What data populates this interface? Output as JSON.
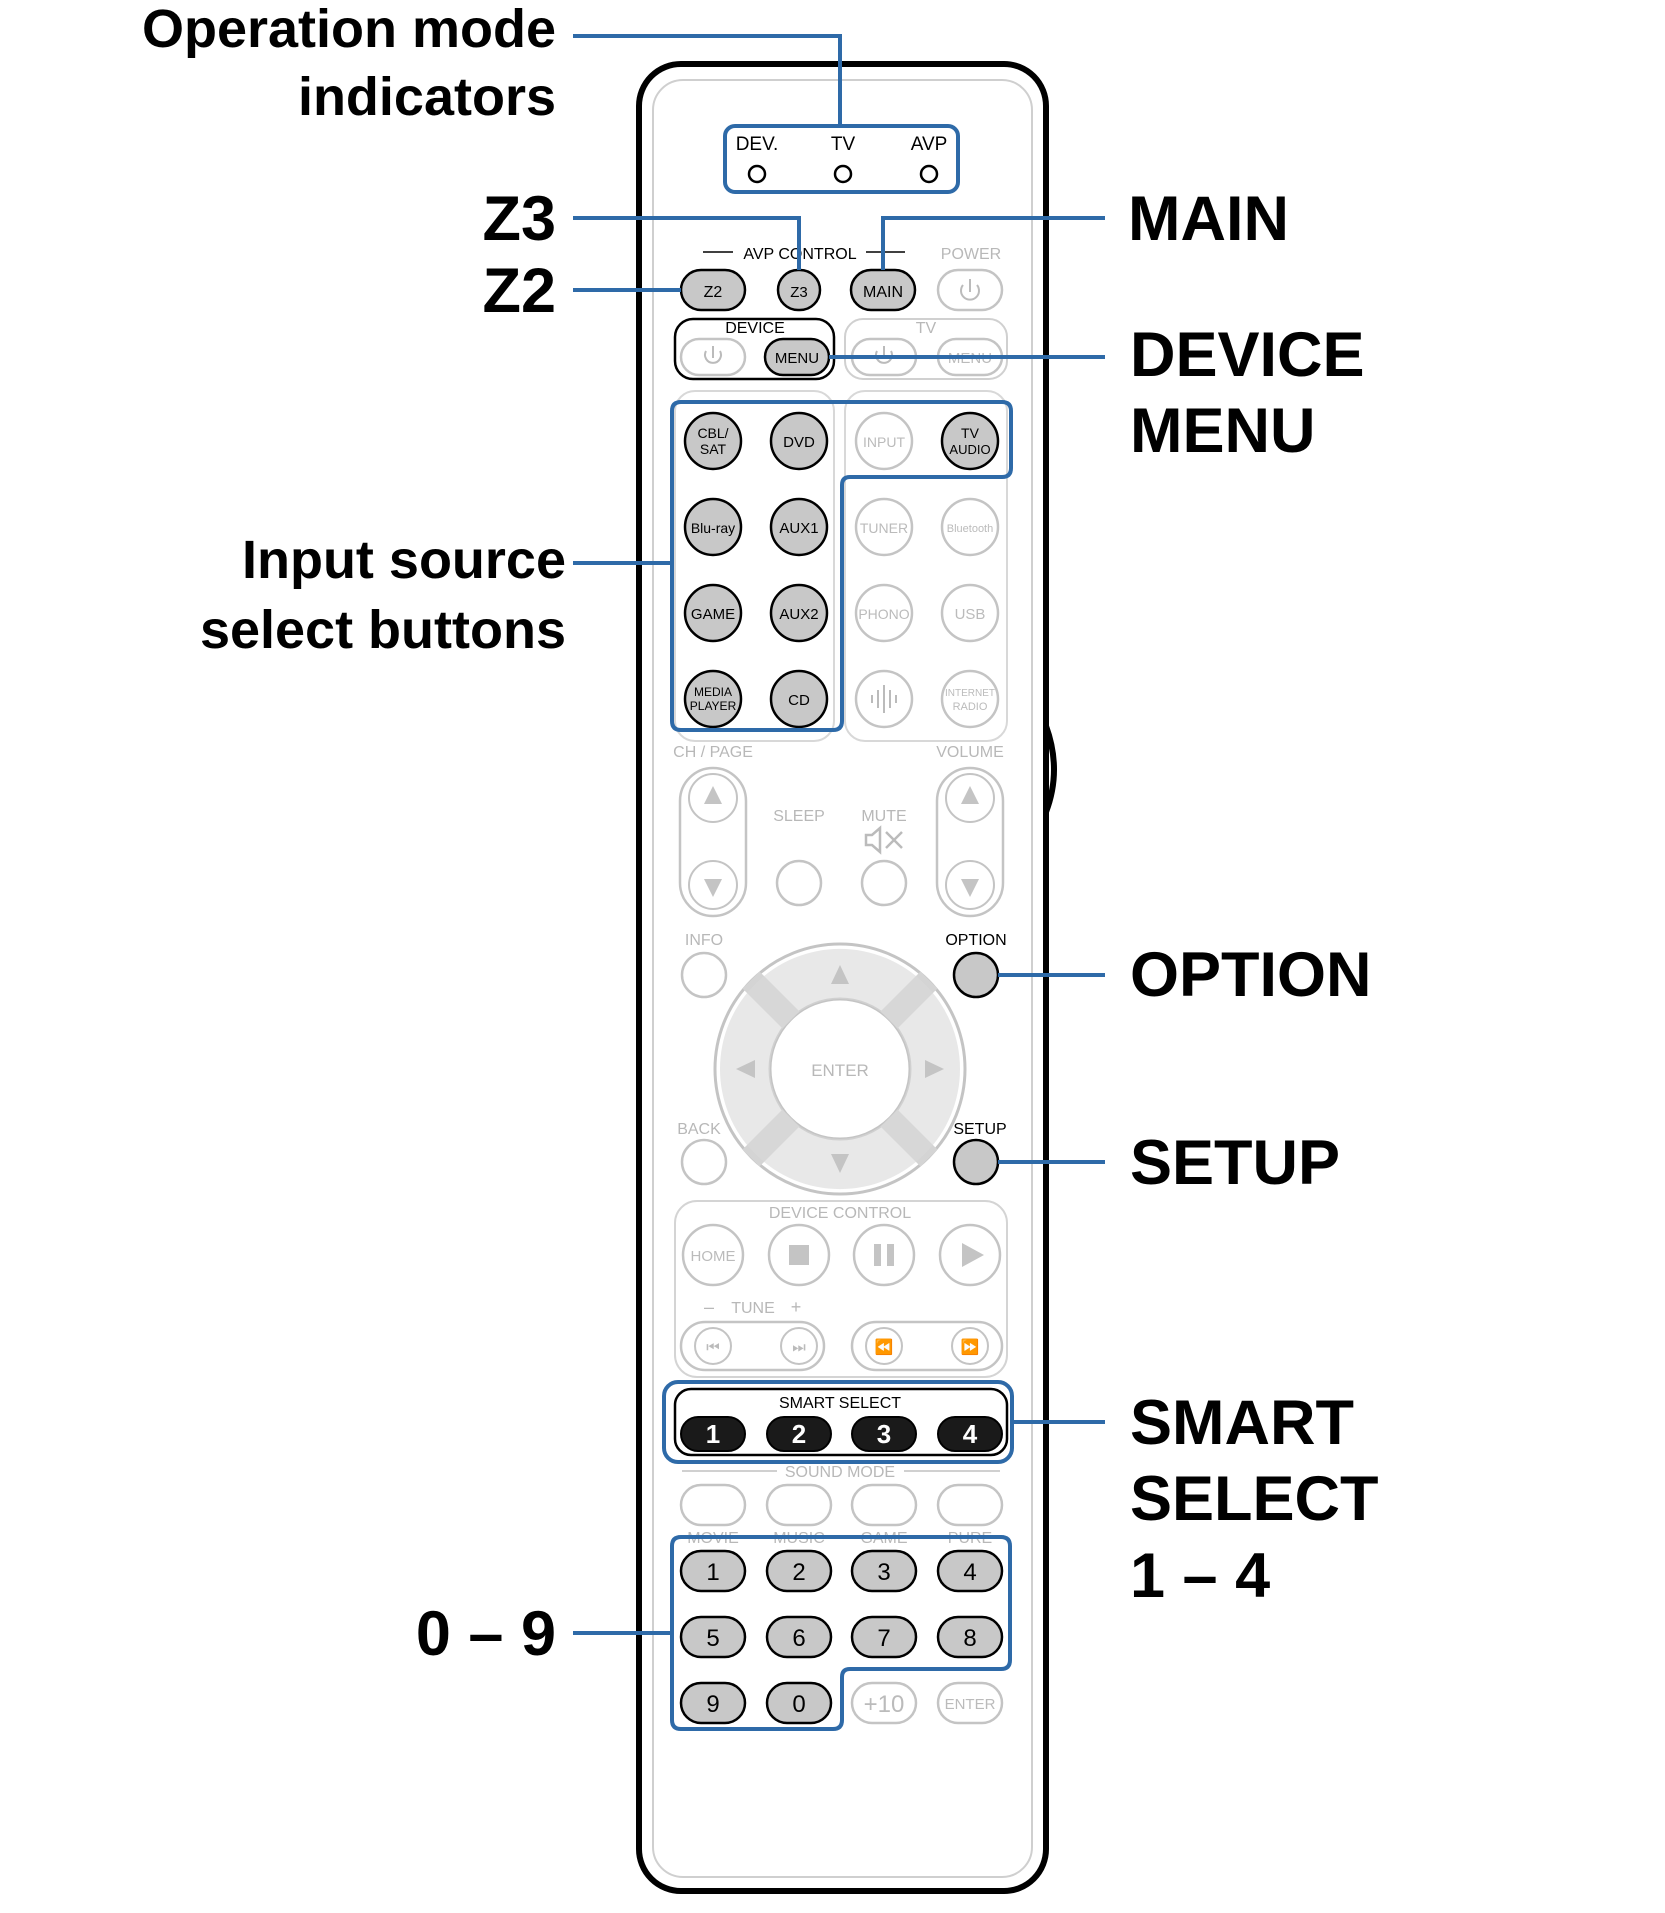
{
  "labels": {
    "operation_mode_line1": "Operation mode",
    "operation_mode_line2": "indicators",
    "z3": "Z3",
    "z2": "Z2",
    "main": "MAIN",
    "device_menu_line1": "DEVICE",
    "device_menu_line2": "MENU",
    "input_source_line1": "Input source",
    "input_source_line2": "select buttons",
    "option": "OPTION",
    "setup": "SETUP",
    "smart_select_line1": "SMART",
    "smart_select_line2": "SELECT",
    "smart_select_line3": "1 – 4",
    "numbers": "0 – 9"
  },
  "remote": {
    "indicators": {
      "dev": "DEV.",
      "tv": "TV",
      "avp": "AVP"
    },
    "avp_control": "AVP CONTROL",
    "power": "POWER",
    "zone_buttons": {
      "z2": "Z2",
      "z3": "Z3",
      "main": "MAIN"
    },
    "device": "DEVICE",
    "device_menu": "MENU",
    "tv": "TV",
    "tv_menu": "MENU",
    "source_left": {
      "cbl_sat_1": "CBL/",
      "cbl_sat_2": "SAT",
      "dvd": "DVD",
      "bluray": "Blu-ray",
      "aux1": "AUX1",
      "game": "GAME",
      "aux2": "AUX2",
      "media_player_1": "MEDIA",
      "media_player_2": "PLAYER",
      "cd": "CD"
    },
    "source_right": {
      "input": "INPUT",
      "tv_audio_1": "TV",
      "tv_audio_2": "AUDIO",
      "tuner": "TUNER",
      "bluetooth": "Bluetooth",
      "phono": "PHONO",
      "usb": "USB",
      "internet_radio_1": "INTERNET",
      "internet_radio_2": "RADIO"
    },
    "ch_page": "CH / PAGE",
    "volume": "VOLUME",
    "sleep": "SLEEP",
    "mute": "MUTE",
    "info": "INFO",
    "option": "OPTION",
    "enter": "ENTER",
    "back": "BACK",
    "setup": "SETUP",
    "device_control": "DEVICE CONTROL",
    "home": "HOME",
    "tune": "TUNE",
    "tune_minus": "–",
    "tune_plus": "+",
    "smart_select": "SMART SELECT",
    "smart_buttons": [
      "1",
      "2",
      "3",
      "4"
    ],
    "sound_mode": "SOUND MODE",
    "sound_modes": [
      "MOVIE",
      "MUSIC",
      "GAME",
      "PURE"
    ],
    "digits": [
      "1",
      "2",
      "3",
      "4",
      "5",
      "6",
      "7",
      "8",
      "9",
      "0"
    ],
    "plus10": "+10",
    "enter_small": "ENTER"
  },
  "colors": {
    "callout_blue": "#2e6aa8",
    "active_button": "#c8c8c8",
    "inactive_outline": "#c4c4c4",
    "dark_button": "#1a1a1a"
  }
}
